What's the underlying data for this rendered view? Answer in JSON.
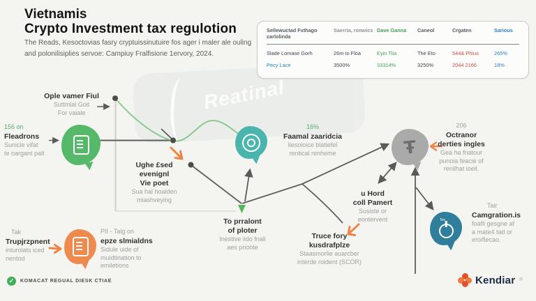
{
  "header": {
    "title1": "Vietnamis",
    "title2": "Crypto Investment tax regulotion",
    "sub1": "The Reads, Kesoctovias fasry cryptuissinutuire fos ager i maler ale ouling",
    "sub2": "and polonilisiplies servoe: Campiuy Fralfisione 1ervory, 2024."
  },
  "watermark": {
    "text": "Reatinal"
  },
  "table": {
    "columns": [
      "Sellewuctad Fxthago carlolinda",
      "Saerria, ronwics",
      "Dave Ganna",
      "Caneol",
      "Crgaten",
      "Sarious"
    ],
    "rows": [
      [
        "Slade Lomase Gorh",
        "26m to Floa",
        "Eyin Tlia",
        "The Eto",
        "544& Phius",
        "265%"
      ],
      [
        "Pecy Lace",
        "3500%",
        "33314%",
        "3250%",
        "2044 2166",
        "18%"
      ]
    ]
  },
  "flow": {
    "ople": {
      "title": "Ople vamer Fiul",
      "sub1": "Suttmlal Goit",
      "sub2": "For vaiale"
    },
    "fleadrons": {
      "tag": "156 on",
      "title": "Fleadrons",
      "sub1": "Sunicle vifat",
      "sub2": "te oargant palt"
    },
    "ughe": {
      "line1": "Ughe £sed",
      "line2": "evenignl",
      "line3": "Vie poet",
      "sub1": "Sua hal hoalden",
      "sub2": "miashveying"
    },
    "faamal": {
      "tag": "16%",
      "title": "Faamal zaaridcia",
      "sub1": "liesoloice blatiefel",
      "sub2": "rentical renheme"
    },
    "prralont": {
      "line1": "To prralont",
      "line2": "of ploter",
      "sub1": "Inestive iido fnali",
      "sub2": "aes prioote"
    },
    "uhord": {
      "line1": "u Hord",
      "line2": "coll Pamert",
      "sub1": "Susiste or",
      "sub2": "eontervent"
    },
    "truce": {
      "line1": "Truce fory",
      "line2": "kusdrafplze",
      "sub1": "Staasmorlie auarcber",
      "sub2": "interde roldent (SCOR)"
    },
    "octranor": {
      "tag": "206",
      "line1": "Octranor",
      "line2": "derties ingles",
      "sub1": "Gea ha fnatour",
      "sub2": "punoia feacie of",
      "sub3": "renilhat ioeil."
    },
    "tak": {
      "tag": "Tak",
      "title": "Trupjrzpnent",
      "sub1": "inturolats iced",
      "sub2": "nentod"
    },
    "pii": {
      "tag": "PII - Talg on",
      "title": "epze slmialdns",
      "sub1": "Sidule uide of",
      "sub2": "muidtination to",
      "sub3": "emiletions"
    },
    "camgration": {
      "tag": "Tair",
      "title": "Camgration.is",
      "sub1": "foafli gesgne af",
      "sub2": "a mate4 tad or",
      "sub3": "eroiflecao.",
      "icon_text": "Tee"
    }
  },
  "footer": {
    "note": "KOMACAT REGUAL DIESK CTIAE"
  },
  "brand": {
    "name": "Kendiar",
    "mark": "®"
  },
  "colors": {
    "green_blob": "#56b96a",
    "teal_blob": "#4ab5ad",
    "gray_blob": "#aaaaaa",
    "orange_blob": "#ef8a4e",
    "dark_teal_blob": "#2f7e9b",
    "line_green": "#8bc98e",
    "accent_orange": "#ee8448",
    "accent_red": "#cd4b40",
    "accent_blue": "#2f7fbf",
    "accent_green": "#46a05e"
  }
}
